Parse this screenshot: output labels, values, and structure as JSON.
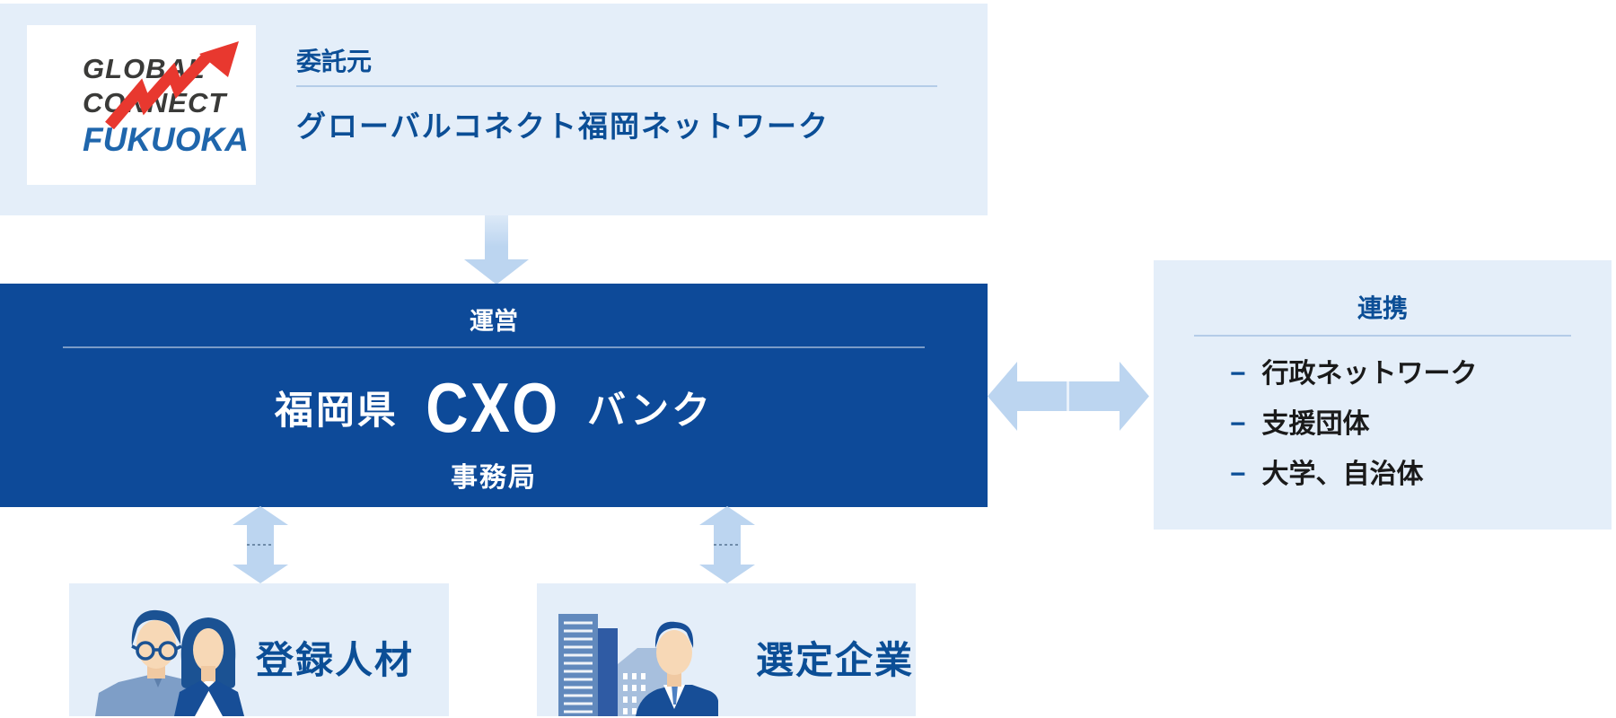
{
  "colors": {
    "background": "#ffffff",
    "light_box": "#E4EEF9",
    "dark_box": "#0D4A99",
    "heading_blue": "#0B4E96",
    "body_black": "#1A1A1A",
    "divider_light": "#B4CCE8",
    "divider_on_dark": "rgba(255,255,255,0.45)",
    "arrow_fill": "#BCD5F0",
    "logo_red": "#E8382F",
    "logo_blue": "#1F66AC",
    "logo_dark": "#3A3A38"
  },
  "consignor": {
    "heading": "委託元",
    "name": "グローバルコネクト福岡ネットワーク",
    "logo": {
      "line1": "GLOBAL",
      "line2": "CONNECT",
      "line3": "FUKUOKA",
      "icon": "rising-zigzag-arrow-icon"
    }
  },
  "operator": {
    "heading": "運営",
    "title_prefix": "福岡県",
    "title_main": "CXO",
    "title_suffix": "バンク",
    "subtitle": "事務局"
  },
  "partners": {
    "heading": "連携",
    "bullet": "−",
    "items": [
      {
        "label": "行政ネットワーク"
      },
      {
        "label": "支援団体"
      },
      {
        "label": "大学、自治体"
      }
    ]
  },
  "talent": {
    "label": "登録人材",
    "icon": "two-people-icon"
  },
  "company": {
    "label": "選定企業",
    "icon": "building-person-icon"
  },
  "arrows": {
    "consignor_to_operator": "down-arrow",
    "operator_to_talent": "vertical-double-arrow",
    "operator_to_company": "vertical-double-arrow",
    "operator_to_partners": "horizontal-double-arrow"
  }
}
